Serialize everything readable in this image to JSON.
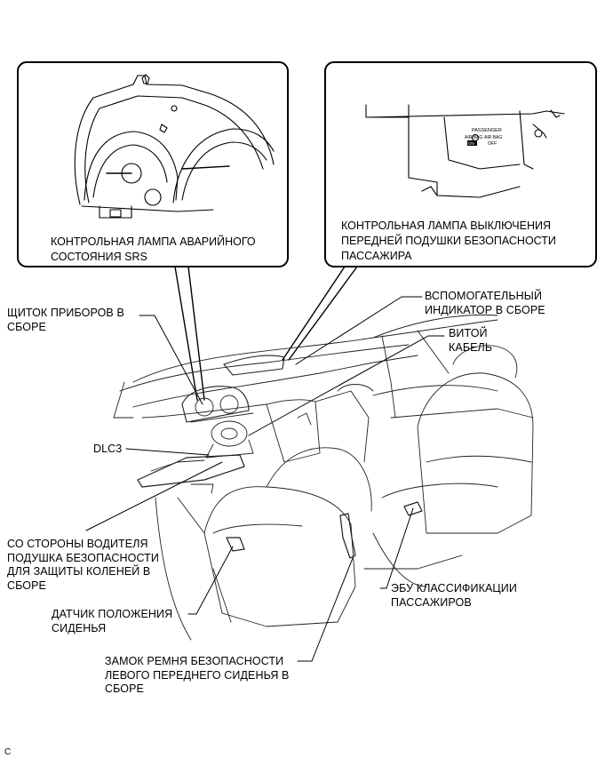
{
  "callouts": {
    "srs_warning_lamp": [
      "КОНТРОЛЬНАЯ ЛАМПА АВАРИЙНОГО",
      "СОСТОЯНИЯ SRS"
    ],
    "passenger_airbag_off_lamp": [
      "КОНТРОЛЬНАЯ ЛАМПА ВЫКЛЮЧЕНИЯ",
      "ПЕРЕДНЕЙ ПОДУШКИ БЕЗОПАСНОСТИ",
      "ПАССАЖИРА"
    ],
    "combination_meter": [
      "ЩИТОК ПРИБОРОВ В",
      "СБОРЕ"
    ],
    "accessory_meter": [
      "ВСПОМОГАТЕЛЬНЫЙ",
      "ИНДИКАТОР В СБОРЕ"
    ],
    "spiral_cable": [
      "ВИТОЙ",
      "КАБЕЛЬ"
    ],
    "dlc3": [
      "DLC3"
    ],
    "knee_airbag": [
      "СО СТОРОНЫ ВОДИТЕЛЯ",
      "ПОДУШКА БЕЗОПАСНОСТИ",
      "ДЛЯ ЗАЩИТЫ КОЛЕНЕЙ В",
      "СБОРЕ"
    ],
    "occupant_ecu": [
      "ЭБУ КЛАССИФИКАЦИИ",
      "ПАССАЖИРОВ"
    ],
    "seat_position_sensor": [
      "ДАТЧИК ПОЛОЖЕНИЯ",
      "СИДЕНЬЯ"
    ],
    "seat_belt_buckle": [
      "ЗАМОК РЕМНЯ БЕЗОПАСНОСТИ",
      "ЛЕВОГО ПЕРЕДНЕГО СИДЕНЬЯ В",
      "СБОРЕ"
    ]
  },
  "panel_text": {
    "passenger_label": "PASSENGER",
    "airbag_on": "AIR BAG",
    "airbag_off": "AIR BAG",
    "on_mark": "ON",
    "off_mark": "OFF"
  },
  "corner_mark": "C"
}
